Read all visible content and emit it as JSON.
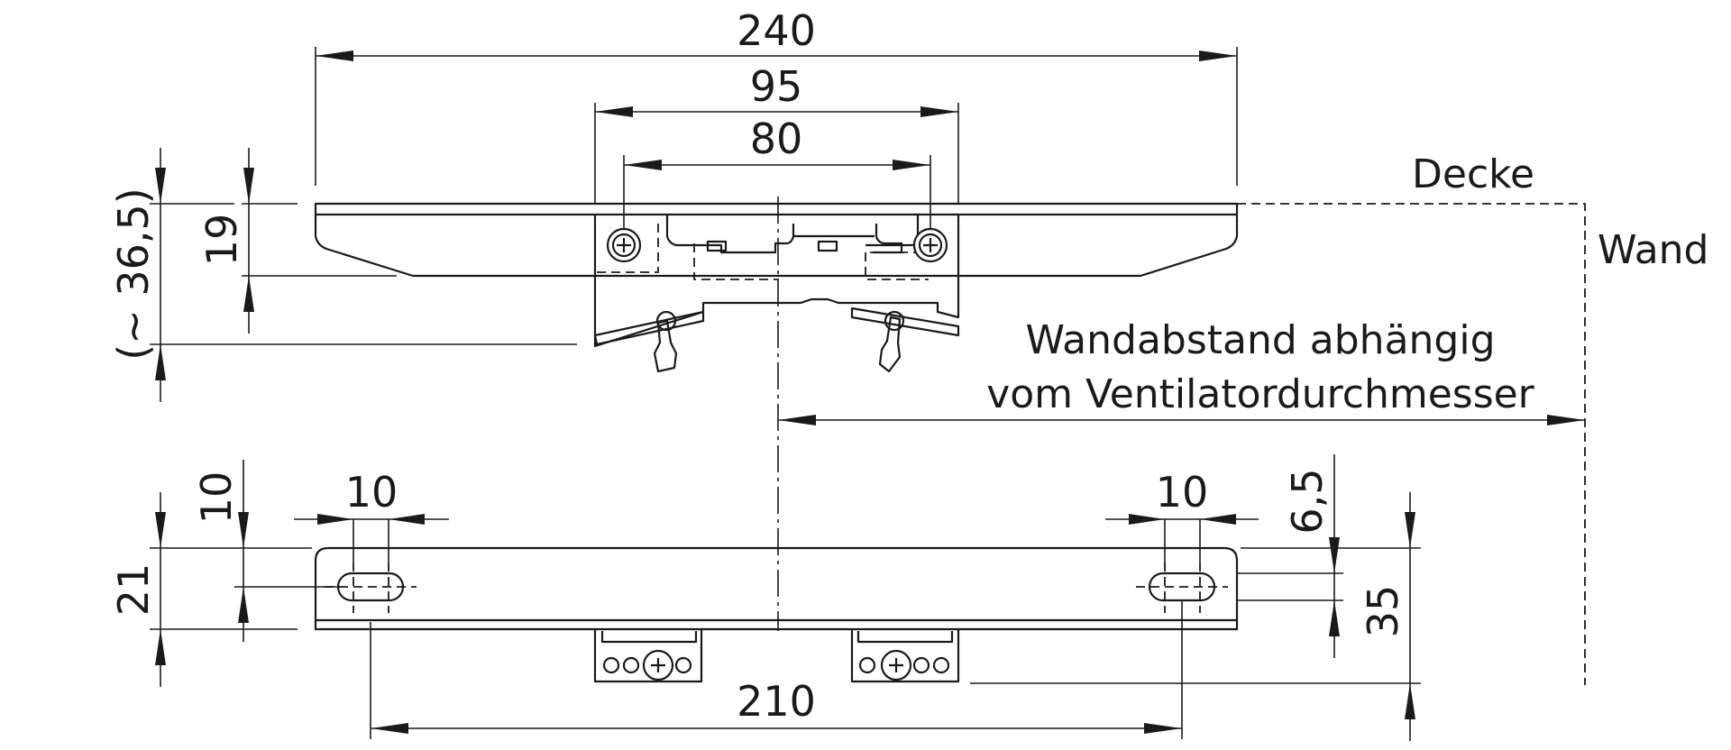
{
  "dimensions": {
    "total_width": "240",
    "outer_span": "95",
    "inner_span": "80",
    "plate_height": "19",
    "overall_height": "(~ 36,5)",
    "slot_width_left": "10",
    "slot_width_right": "10",
    "top_offset": "10",
    "bar_height": "21",
    "slot_offset": "6,5",
    "slot_depth": "35",
    "hole_distance": "210"
  },
  "labels": {
    "ceiling": "Decke",
    "wall": "Wand",
    "distance_note_line1": "Wandabstand abhängig",
    "distance_note_line2": "vom Ventilatordurchmesser"
  }
}
